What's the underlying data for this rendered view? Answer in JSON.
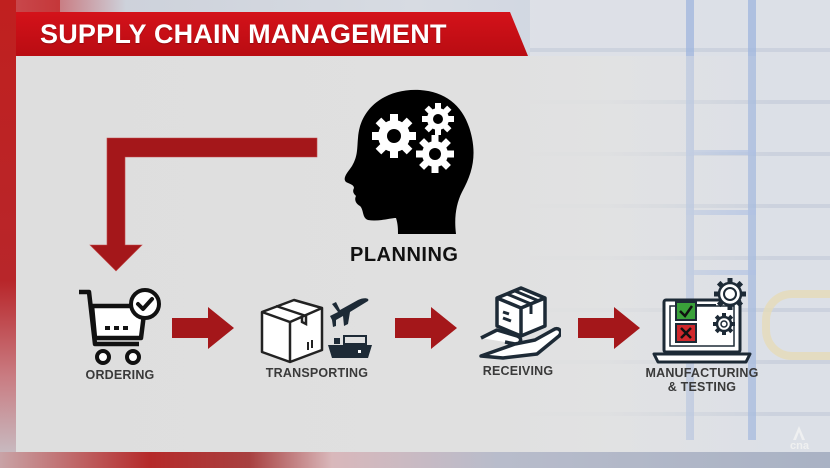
{
  "title": "SUPPLY CHAIN MANAGEMENT",
  "colors": {
    "banner_red": "#c8101a",
    "arrow_red": "#a4171a",
    "panel_gray": "#dfdfdf",
    "icon_dark": "#1d2a36",
    "check_green": "#3aa13a",
    "cross_red": "#d0282c"
  },
  "diagram": {
    "top_node": {
      "label": "PLANNING",
      "icon": "head-with-gears-icon"
    },
    "feedback_arrow": {
      "from": "PLANNING",
      "to": "ORDERING",
      "icon": "l-shaped-arrow-icon"
    },
    "steps": [
      {
        "label": "ORDERING",
        "icon": "shopping-cart-check-icon"
      },
      {
        "label": "TRANSPORTING",
        "icon": "box-plane-ship-icon"
      },
      {
        "label": "RECEIVING",
        "icon": "hand-holding-box-icon"
      },
      {
        "label": "MANUFACTURING",
        "label_line2": "& TESTING",
        "icon": "laptop-checklist-gears-icon"
      }
    ],
    "connectors": [
      {
        "from": "ORDERING",
        "to": "TRANSPORTING",
        "icon": "right-arrow-icon"
      },
      {
        "from": "TRANSPORTING",
        "to": "RECEIVING",
        "icon": "right-arrow-icon"
      },
      {
        "from": "RECEIVING",
        "to": "MANUFACTURING & TESTING",
        "icon": "right-arrow-icon"
      }
    ]
  },
  "watermark": {
    "text": "cna",
    "icon": "cna-logo-icon"
  }
}
